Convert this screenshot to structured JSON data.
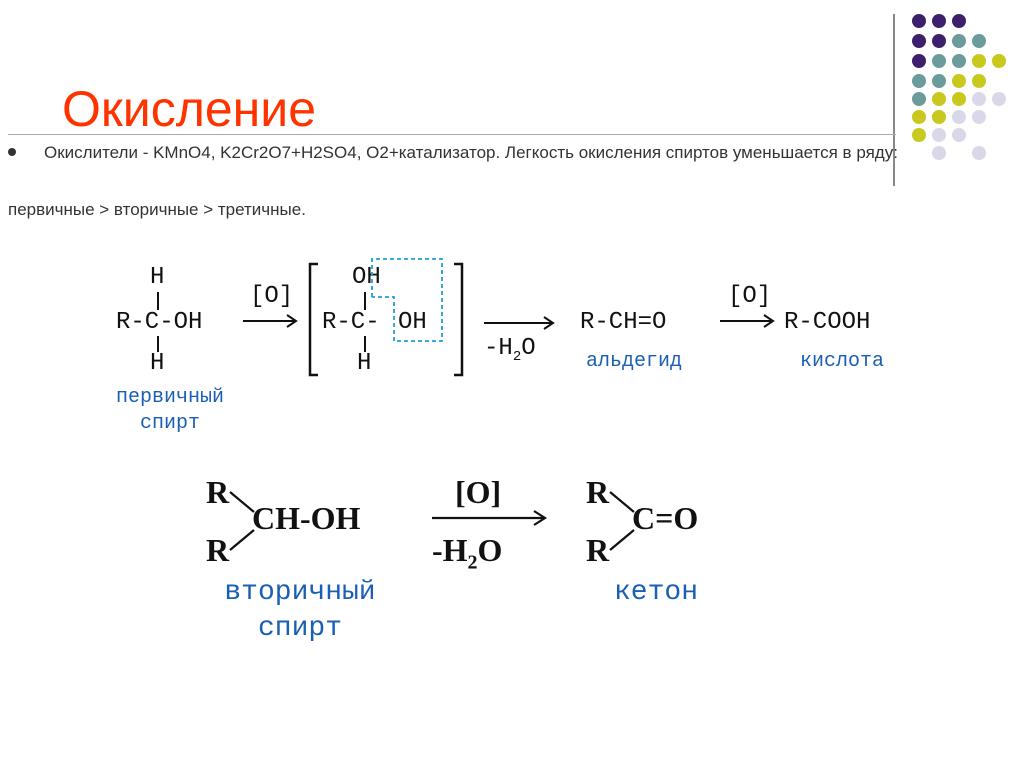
{
  "slide": {
    "title": "Окисление",
    "bullet": "Окислители - KMnO4, K2Cr2O7+H2SO4, O2+катализатор. Легкость окисления спиртов уменьшается в ряду:",
    "series": "первичные > вторичные > третичные."
  },
  "reaction1": {
    "h_top": "H",
    "r_c_oh": "R-C-OH",
    "h_bottom": "H",
    "oxidant": "[O]",
    "br_oh": "OH",
    "br_rc": "R-C-",
    "br_oh2": "OH",
    "br_h": "H",
    "water": "-H",
    "water_sub": "2",
    "water_o": "O",
    "aldehyde": "R-CH=O",
    "oxidant2": "[O]",
    "acid": "R-COOH",
    "label_aldehyde": "альдегид",
    "label_acid": "кислота",
    "label_primary_1": "первичный",
    "label_primary_2": "спирт"
  },
  "reaction2": {
    "r1": "R",
    "chOH": "CH-OH",
    "r2": "R",
    "oxidant": "[O]",
    "water": "-H",
    "water_sub": "2",
    "water_o": "O",
    "kr1": "R",
    "co": "C=O",
    "kr2": "R",
    "label_secondary_1": "вторичный",
    "label_secondary_2": "спирт",
    "label_ketone": "кетон"
  },
  "decor": {
    "colors": [
      "#3d1f6b",
      "#6b9b9b",
      "#c8c81e",
      "#d8d8e8"
    ]
  }
}
